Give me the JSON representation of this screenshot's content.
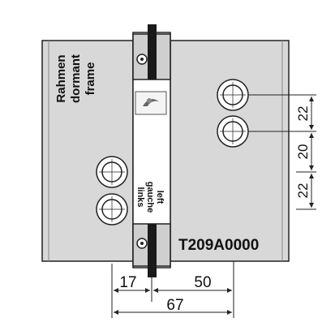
{
  "frame_label": {
    "line1": "Rahmen",
    "line2": "dormant",
    "line3": "frame"
  },
  "side_label": {
    "line1": "links",
    "line2": "gauche",
    "line3": "left"
  },
  "product_code": "T209A0000",
  "dimensions": {
    "bottom_left": "17",
    "bottom_right": "50",
    "bottom_total": "67",
    "right_top": "22",
    "right_middle": "20",
    "right_bottom": "22"
  },
  "logo": "brand-logo",
  "colors": {
    "plate": "#d8d8d8",
    "outline": "#222222",
    "pin": "#1a1a1a",
    "leaf": "#ffffff"
  }
}
